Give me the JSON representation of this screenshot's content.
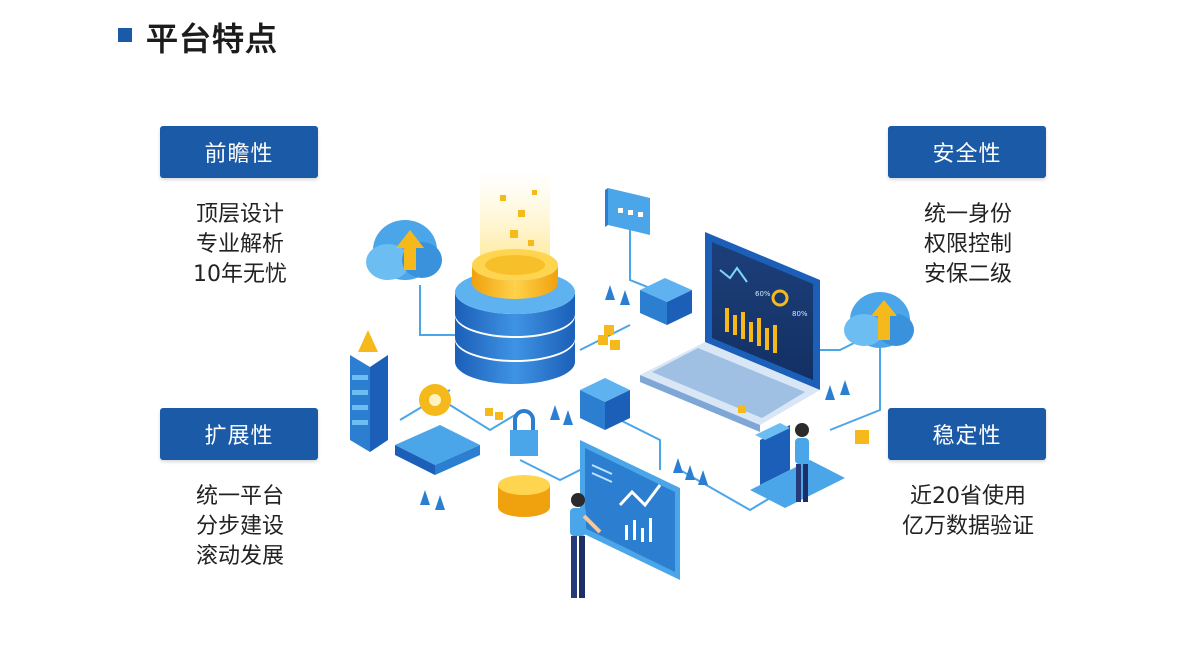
{
  "header": {
    "title": "平台特点"
  },
  "features": [
    {
      "title": "前瞻性",
      "lines": [
        "顶层设计",
        "专业解析",
        "10年无忧"
      ]
    },
    {
      "title": "安全性",
      "lines": [
        "统一身份",
        "权限控制",
        "安保二级"
      ]
    },
    {
      "title": "扩展性",
      "lines": [
        "统一平台",
        "分步建设",
        "滚动发展"
      ]
    },
    {
      "title": "稳定性",
      "lines": [
        "近20省使用",
        "亿万数据验证"
      ]
    }
  ],
  "illustration": {
    "laptop_gauge_1": "60%",
    "laptop_gauge_2": "80%"
  },
  "colors": {
    "accent": "#1a5aa6",
    "light_blue": "#4aa6e8",
    "gold": "#f5b91c"
  }
}
